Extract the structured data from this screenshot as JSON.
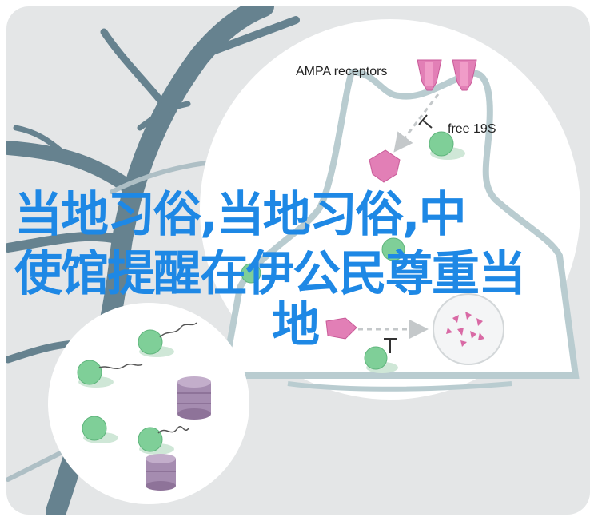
{
  "labels": {
    "ampa": "AMPA receptors",
    "free19s": "free 19S"
  },
  "headline": {
    "line1": "当地习俗,当地习俗,中",
    "line2": "使馆提醒在伊公民尊重当",
    "line3": "地"
  },
  "colors": {
    "card_background": "#e4e6e7",
    "tree_branch": "#66828f",
    "cell_membrane_dark": "#8aa0ab",
    "cell_membrane_light": "#b9ccd0",
    "receptor_pink": "#e27fb6",
    "proteasome_green": "#7fcf98",
    "cylinder_purple": "#a58cb0",
    "headline_blue": "#1e88e5"
  },
  "icons": [
    "ampa-receptor-icon",
    "free-19s-proteasome-icon",
    "inhibition-arrow-icon",
    "degraded-fragments-icon"
  ]
}
